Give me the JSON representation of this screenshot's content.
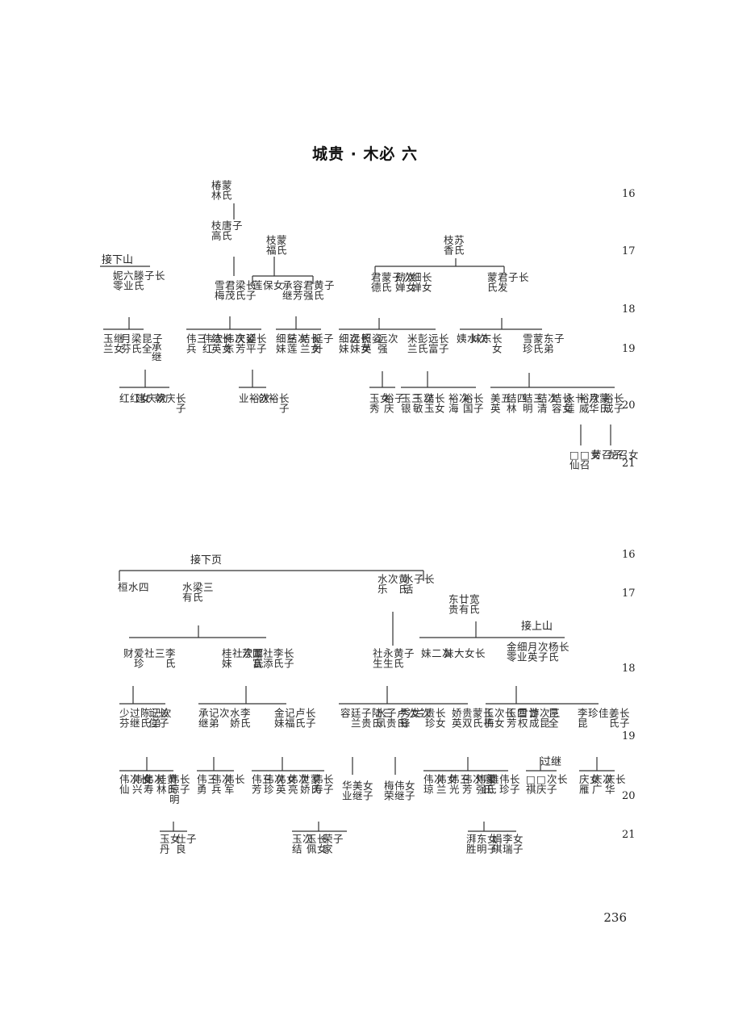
{
  "title": "城贵 · 木必 六",
  "page_number": "236",
  "generation_labels": [
    "16",
    "17",
    "18",
    "19",
    "20",
    "21",
    "16",
    "17",
    "18",
    "19",
    "20",
    "21"
  ],
  "notes": [
    "接下山",
    "接下页",
    "接上山",
    "过继"
  ],
  "nodes": [
    {
      "text": "蒙氏|椿林"
    },
    {
      "text": "子|唐氏|枝高"
    },
    {
      "text": "蒙氏|枝福"
    },
    {
      "text": "苏氏|枝香"
    },
    {
      "text": "长|子|滕氏|六业|妮零"
    },
    {
      "text": "长子|梁氏|君茂|雪梅"
    },
    {
      "text": "女|保|莲"
    },
    {
      "text": "子|黄氏|君强|容芳|承继"
    },
    {
      "text": "次|子|蒙氏|君德"
    },
    {
      "text": "次女|幼婵"
    },
    {
      "text": "长女|细婵"
    },
    {
      "text": "长|子|君发|蒙氏"
    },
    {
      "text": "继女|玉兰"
    },
    {
      "text": "子|昆全|梁氏|月芬"
    },
    {
      "text": "承继"
    },
    {
      "text": "三|伟兵"
    },
    {
      "text": "次|伟红"
    },
    {
      "text": "长女|结英"
    },
    {
      "text": "次|伟东"
    },
    {
      "text": "姿|庆芳"
    },
    {
      "text": "长子|延平"
    },
    {
      "text": "三|细妹"
    },
    {
      "text": "次|结莲"
    },
    {
      "text": "长女|结兰"
    },
    {
      "text": "子|延升"
    },
    {
      "text": "次|细妹"
    },
    {
      "text": "长女|远妹"
    },
    {
      "text": "姿|照英"
    },
    {
      "text": "次|远强"
    },
    {
      "text": "长子|远富|彭氏|米兰"
    },
    {
      "text": "次|水|姨"
    },
    {
      "text": "长女|东|妹"
    },
    {
      "text": "子|东弟|蒙氏|雪珍"
    },
    {
      "text": "女|红|红"
    },
    {
      "text": "次|庆|建"
    },
    {
      "text": "长子|庆|朝"
    },
    {
      "text": "次|裕|业"
    },
    {
      "text": "长子|裕|创"
    },
    {
      "text": "女|玉秀"
    },
    {
      "text": "子|裕庆"
    },
    {
      "text": "三|玉银"
    },
    {
      "text": "次|玉敏"
    },
    {
      "text": "长女|结玉"
    },
    {
      "text": "次|裕海"
    },
    {
      "text": "长子|裕国"
    },
    {
      "text": "五|美英"
    },
    {
      "text": "四|结林"
    },
    {
      "text": "三|结明"
    },
    {
      "text": "次|结清"
    },
    {
      "text": "长女|结容"
    },
    {
      "text": "卄|永莲"
    },
    {
      "text": "次|裕威"
    },
    {
      "text": "蒙氏|月华"
    },
    {
      "text": "长子|裕成"
    },
    {
      "text": "女|□召|□仙"
    },
    {
      "text": "子|召|芳"
    },
    {
      "text": "女|召|龙"
    },
    {
      "text": "四|水|桓"
    },
    {
      "text": "三|梁氏|水有"
    },
    {
      "text": "黄氏|次|水乐"
    },
    {
      "text": "长|子|水活"
    },
    {
      "text": "宽氏|廿有|东贵"
    },
    {
      "text": "李氏|三|社|爱珍|财"
    },
    {
      "text": "覃氏|次|社|桂妹"
    },
    {
      "text": "长子|李氏|社添|国富|芳"
    },
    {
      "text": "子|黄氏|永生|社生"
    },
    {
      "text": "次|二|妹"
    },
    {
      "text": "长|女|大|妹"
    },
    {
      "text": "长|杨氏|次子|月英|细业|金零"
    },
    {
      "text": "次|记弟|陈氏|过继|少芬"
    },
    {
      "text": "长子|记仁"
    },
    {
      "text": "李氏|水娇|次|记弟|承继"
    },
    {
      "text": "长子|卢氏|记福|金妹"
    },
    {
      "text": "三|陆氏|子贵|廷兰|容"
    },
    {
      "text": "次|卢氏|子贵|水凤"
    },
    {
      "text": "次|女|秀锋"
    },
    {
      "text": "长女|贵珍|兰"
    },
    {
      "text": "长子|蒙氏|贵双|娇英"
    },
    {
      "text": "长|次女|玉梅"
    },
    {
      "text": "四|玉芳"
    },
    {
      "text": "廿|雪权"
    },
    {
      "text": "三|次昆|游成"
    },
    {
      "text": "昆全"
    },
    {
      "text": "长子|姜氏|佳|珍|李昆"
    },
    {
      "text": "长|次|伟仙"
    },
    {
      "text": "女|伟兴"
    },
    {
      "text": "次|伟寿"
    },
    {
      "text": "黄氏|桂林"
    },
    {
      "text": "长子|伟琼明"
    },
    {
      "text": "三|伟勇"
    },
    {
      "text": "次|伟兵"
    },
    {
      "text": "长|伟军"
    },
    {
      "text": "三|伟芳"
    },
    {
      "text": "次|伟珍"
    },
    {
      "text": "女|伟英"
    },
    {
      "text": "次|伟亮"
    },
    {
      "text": "蒙氏|世娇"
    },
    {
      "text": "长子|伟寿"
    },
    {
      "text": "女子|美继|华业"
    },
    {
      "text": "女子|伟继|梅荣"
    },
    {
      "text": "次|伟琼"
    },
    {
      "text": "女|伟兰"
    },
    {
      "text": "三|伟光"
    },
    {
      "text": "廖氏|次|伟芳"
    },
    {
      "text": "蒙氏|伟强"
    },
    {
      "text": "长子|伟珍|雄"
    },
    {
      "text": "长|次子|□庆|□祺"
    },
    {
      "text": "女|庆雁"
    },
    {
      "text": "次|庆广"
    },
    {
      "text": "长|庆华"
    },
    {
      "text": "女|玉丹"
    },
    {
      "text": "子|仕良"
    },
    {
      "text": "次|玉结"
    },
    {
      "text": "长女|玉佩"
    },
    {
      "text": "子|荣家"
    },
    {
      "text": "女子|东明|湃胜"
    },
    {
      "text": "女子|李瑞|娟琪"
    }
  ]
}
